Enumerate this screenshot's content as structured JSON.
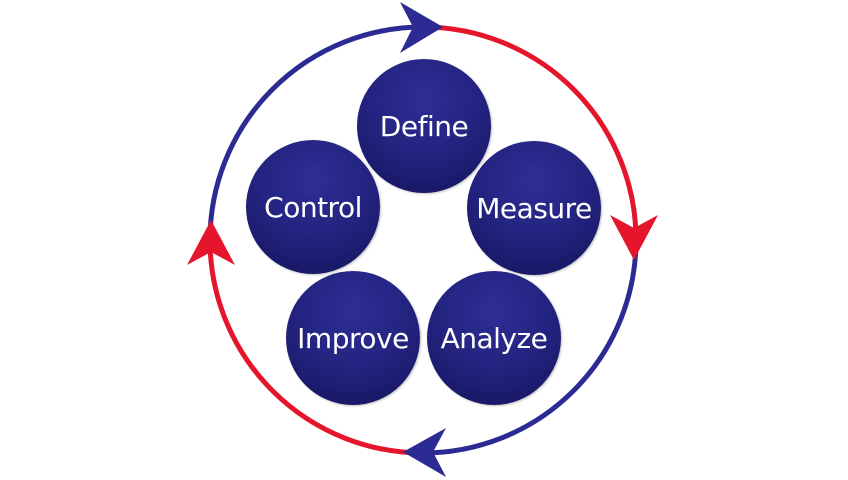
{
  "colors": {
    "blue": "#2b2b93",
    "red": "#e5162b"
  },
  "steps": [
    {
      "label": "Define"
    },
    {
      "label": "Measure"
    },
    {
      "label": "Analyze"
    },
    {
      "label": "Improve"
    },
    {
      "label": "Control"
    }
  ]
}
